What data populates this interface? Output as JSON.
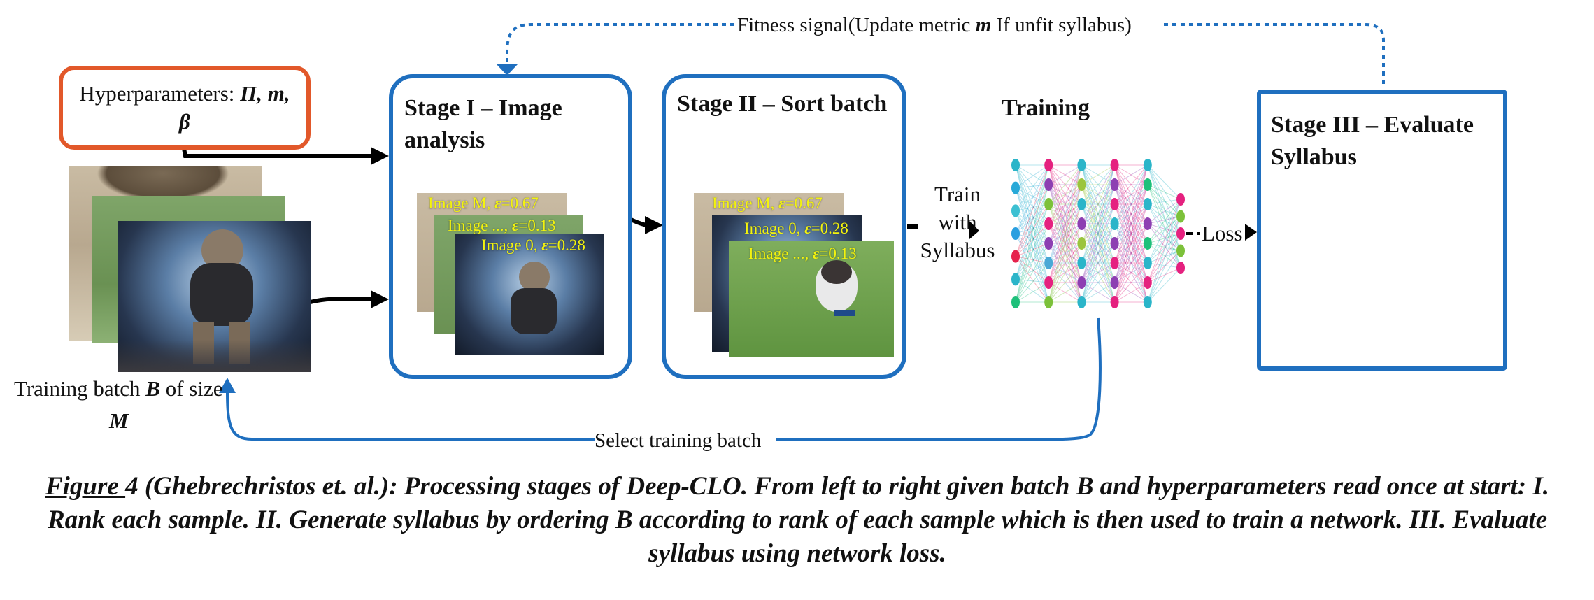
{
  "colors": {
    "accent_blue": "#1f6fbf",
    "hyper_orange": "#e2582a",
    "label_yellow": "#f3f30e"
  },
  "hyper": {
    "line1": "Hyperparameters:",
    "line1_vars": "Π, m,",
    "line2": "β"
  },
  "batch_label": {
    "pre": "Training batch",
    "var": "B",
    "post": "of size",
    "size": "M"
  },
  "stage1": {
    "title": "Stage I – Image analysis",
    "images": [
      {
        "prefix": "Image M, ",
        "eps": "ε",
        "val": "=0.67"
      },
      {
        "prefix": "Image ..., ",
        "eps": "ε",
        "val": "=0.13"
      },
      {
        "prefix": "Image 0, ",
        "eps": "ε",
        "val": "=0.28"
      }
    ]
  },
  "stage2": {
    "title": "Stage II – Sort batch",
    "images": [
      {
        "prefix": "Image M, ",
        "eps": "ε",
        "val": "=0.67"
      },
      {
        "prefix": "Image 0, ",
        "eps": "ε",
        "val": "=0.28"
      },
      {
        "prefix": "Image ..., ",
        "eps": "ε",
        "val": "=0.13"
      }
    ]
  },
  "train_label": {
    "l1": "Train",
    "l2": "with",
    "l3": "Syllabus"
  },
  "training": {
    "title": "Training"
  },
  "loss": "Loss",
  "stage3": {
    "title": "Stage III – Evaluate Syllabus"
  },
  "fitness": {
    "pre": "Fitness signal(Update metric ",
    "var": "m",
    "post": " If unfit syllabus)"
  },
  "select": "Select training batch",
  "caption": {
    "fig": "Figure ",
    "text": "4 (Ghebrechristos et. al.): Processing stages of Deep-CLO. From left to right given batch B and hyperparameters read once at start: I. Rank each sample. II. Generate syllabus by ordering B according to rank of each sample which is then used to train a network. III. Evaluate syllabus using network loss."
  },
  "network": {
    "layers": [
      {
        "colors": [
          "#2bb5c9",
          "#28a9d8",
          "#3cc0d2",
          "#2a9fe0",
          "#e6224c",
          "#2bb5c9",
          "#1ec07a"
        ]
      },
      {
        "colors": [
          "#e5217f",
          "#8d3fb2",
          "#7cc13a",
          "#e5217f",
          "#8d3fb2",
          "#4aa9d6",
          "#e5217f",
          "#7cc13a"
        ]
      },
      {
        "colors": [
          "#2bb5c9",
          "#9bc53d",
          "#2bb5c9",
          "#8d3fb2",
          "#9bc53d",
          "#2bb5c9",
          "#8d3fb2",
          "#2bb5c9"
        ]
      },
      {
        "colors": [
          "#e5217f",
          "#8d3fb2",
          "#e5217f",
          "#2bb5c9",
          "#8d3fb2",
          "#e5217f",
          "#8d3fb2",
          "#e5217f"
        ]
      },
      {
        "colors": [
          "#2bb5c9",
          "#1ec07a",
          "#2bb5c9",
          "#8d3fb2",
          "#1ec07a",
          "#2bb5c9",
          "#e5217f",
          "#2bb5c9"
        ]
      },
      {
        "colors": [
          "#e5217f",
          "#7cc13a",
          "#e5217f",
          "#7cc13a",
          "#e5217f"
        ]
      }
    ]
  }
}
